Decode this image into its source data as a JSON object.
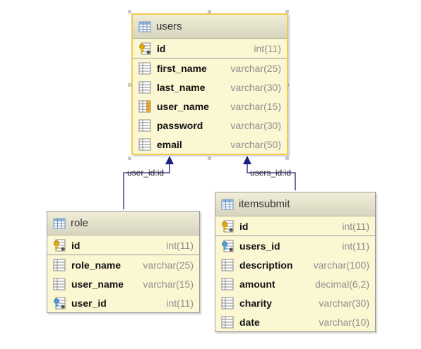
{
  "tables": {
    "users": {
      "title": "users",
      "rows": [
        {
          "name": "id",
          "type": "int(11)"
        },
        {
          "name": "first_name",
          "type": "varchar(25)"
        },
        {
          "name": "last_name",
          "type": "varchar(30)"
        },
        {
          "name": "user_name",
          "type": "varchar(15)"
        },
        {
          "name": "password",
          "type": "varchar(30)"
        },
        {
          "name": "email",
          "type": "varchar(50)"
        }
      ]
    },
    "role": {
      "title": "role",
      "rows": [
        {
          "name": "id",
          "type": "int(11)"
        },
        {
          "name": "role_name",
          "type": "varchar(25)"
        },
        {
          "name": "user_name",
          "type": "varchar(15)"
        },
        {
          "name": "user_id",
          "type": "int(11)"
        }
      ]
    },
    "itemsubmit": {
      "title": "itemsubmit",
      "rows": [
        {
          "name": "id",
          "type": "int(11)"
        },
        {
          "name": "users_id",
          "type": "int(11)"
        },
        {
          "name": "description",
          "type": "varchar(100)"
        },
        {
          "name": "amount",
          "type": "decimal(6,2)"
        },
        {
          "name": "charity",
          "type": "varchar(30)"
        },
        {
          "name": "date",
          "type": "varchar(10)"
        }
      ]
    }
  },
  "relations": {
    "role_users": "user_id:id",
    "itemsubmit_users": "users_id:id"
  },
  "colors": {
    "table_bg": "#fbf7d3",
    "selection_border": "#f2c94c",
    "connector": "#1a237e",
    "type_text": "#8f8f8f"
  }
}
